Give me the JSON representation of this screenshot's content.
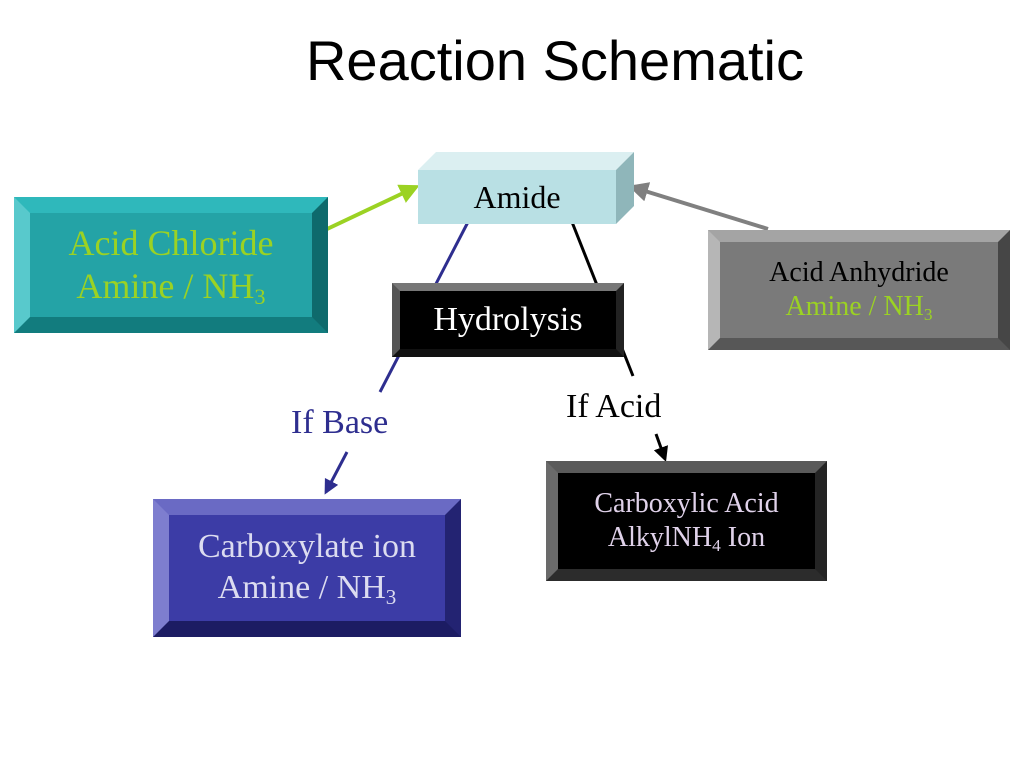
{
  "title": "Reaction Schematic",
  "colors": {
    "amide_face": "#b9e0e4",
    "acid_chloride_face": "#24a3a6",
    "acid_chloride_text": "#9bd223",
    "anhydride_face": "#7a7a7a",
    "anhydride_text_2": "#9bd223",
    "carboxylate_face": "#3c3ca6",
    "carboxylate_text": "#dcdcf0",
    "carboxylic_face": "#000000",
    "carboxylic_text": "#e0d2ea",
    "if_base_text": "#2e2e8f",
    "arrow_green": "#9bd223",
    "arrow_gray": "#808080",
    "line_blue": "#2e2e8f",
    "line_black": "#000000"
  },
  "nodes": {
    "amide": {
      "label": "Amide"
    },
    "hydrolysis": {
      "label": "Hydrolysis"
    },
    "acid_chloride": {
      "line1": "Acid Chloride",
      "line2_main": "Amine / NH",
      "line2_sub": "3"
    },
    "acid_anhydride": {
      "line1": "Acid Anhydride",
      "line2_main": "Amine / NH",
      "line2_sub": "3"
    },
    "carboxylate": {
      "line1": "Carboxylate ion",
      "line2_main": "Amine / NH",
      "line2_sub": "3"
    },
    "carboxylic_acid": {
      "line1": "Carboxylic Acid",
      "line2_main": "AlkylNH",
      "line2_sub": "4",
      "line2_tail": " Ion"
    }
  },
  "labels": {
    "if_base": "If Base",
    "if_acid": "If Acid"
  }
}
